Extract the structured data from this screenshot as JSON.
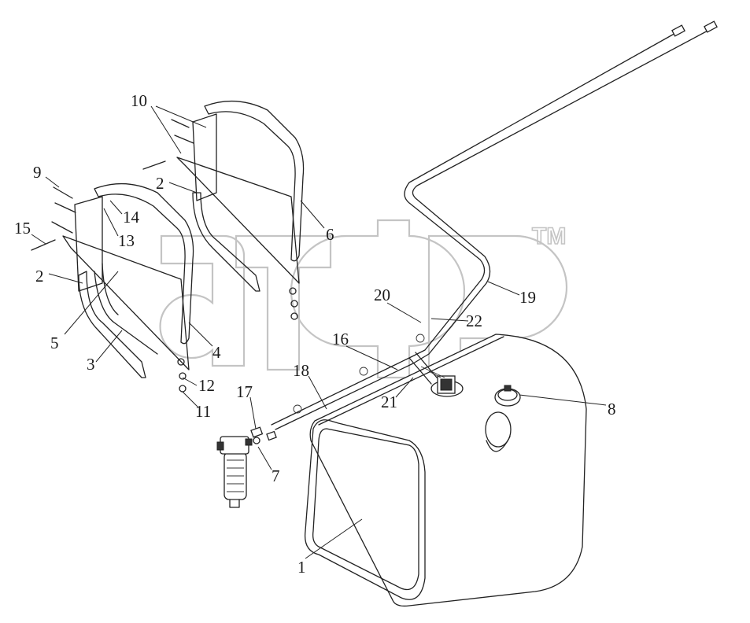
{
  "diagram": {
    "watermark": {
      "letters": "атф",
      "tm": "TM"
    },
    "callouts": [
      {
        "id": "1",
        "label": "1"
      },
      {
        "id": "2a",
        "label": "2"
      },
      {
        "id": "2b",
        "label": "2"
      },
      {
        "id": "3",
        "label": "3"
      },
      {
        "id": "4",
        "label": "4"
      },
      {
        "id": "5",
        "label": "5"
      },
      {
        "id": "6",
        "label": "6"
      },
      {
        "id": "7",
        "label": "7"
      },
      {
        "id": "8",
        "label": "8"
      },
      {
        "id": "9",
        "label": "9"
      },
      {
        "id": "10",
        "label": "10"
      },
      {
        "id": "11",
        "label": "11"
      },
      {
        "id": "12",
        "label": "12"
      },
      {
        "id": "13",
        "label": "13"
      },
      {
        "id": "14",
        "label": "14"
      },
      {
        "id": "15",
        "label": "15"
      },
      {
        "id": "16",
        "label": "16"
      },
      {
        "id": "17",
        "label": "17"
      },
      {
        "id": "18",
        "label": "18"
      },
      {
        "id": "19",
        "label": "19"
      },
      {
        "id": "20",
        "label": "20"
      },
      {
        "id": "21",
        "label": "21"
      },
      {
        "id": "22",
        "label": "22"
      }
    ]
  }
}
